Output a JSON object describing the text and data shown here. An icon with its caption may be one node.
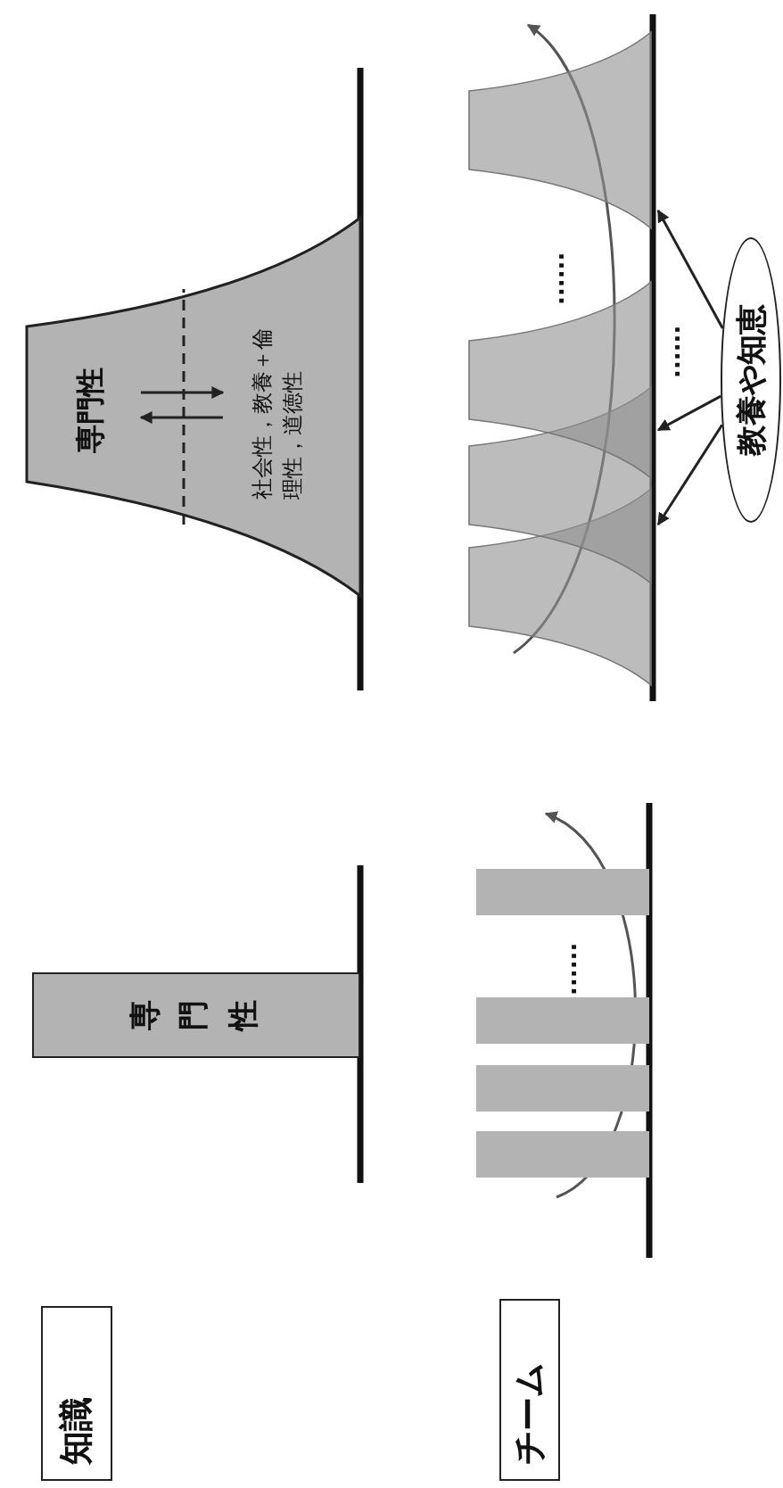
{
  "diagram": {
    "nodes": [
      {
        "text": [
          "知識"
        ]
      },
      {
        "text": [
          "専門性"
        ]
      },
      {
        "text": [
          "専門性",
          "社会性，教養＋倫理性，道徳性"
        ]
      },
      {
        "text": [
          "チーム"
        ]
      },
      {
        "text": [],
        "shape": "bar"
      },
      {
        "text": [],
        "shape": "bar"
      },
      {
        "text": [],
        "shape": "bar"
      },
      {
        "text": [],
        "shape": "bar"
      },
      {
        "text": [],
        "shape": "trapezoid"
      },
      {
        "text": [],
        "shape": "trapezoid"
      },
      {
        "text": [],
        "shape": "trapezoid"
      },
      {
        "text": [],
        "shape": "trapezoid"
      },
      {
        "text": [
          "教養や知恵"
        ]
      }
    ],
    "edges": [
      {
        "from": 12,
        "to": 11,
        "arrow": "to"
      },
      {
        "from": 12,
        "to": 9,
        "arrow": "to"
      },
      {
        "from": 12,
        "to": 8,
        "arrow": "to"
      }
    ],
    "labels": [
      "......",
      "......",
      "......"
    ]
  }
}
